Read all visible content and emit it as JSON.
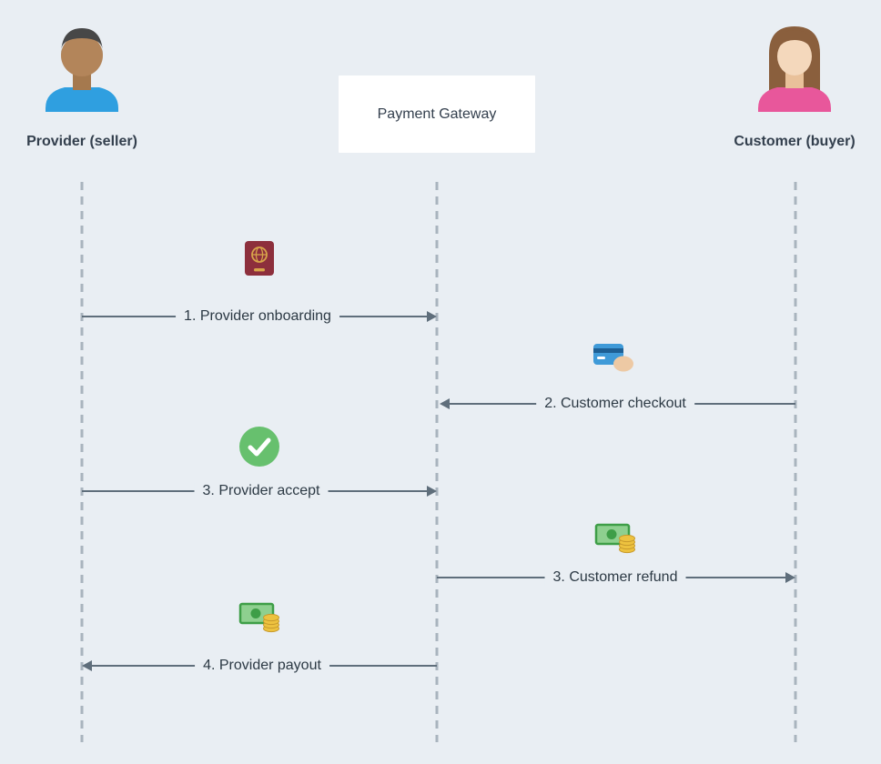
{
  "diagram": {
    "type": "sequence-diagram",
    "actors": {
      "provider": {
        "label": "Provider (seller)",
        "icon": "male-person-icon"
      },
      "gateway": {
        "label": "Payment Gateway"
      },
      "customer": {
        "label": "Customer (buyer)",
        "icon": "female-person-icon"
      }
    },
    "messages": [
      {
        "label": "1. Provider onboarding",
        "from": "provider",
        "to": "gateway",
        "direction": "right",
        "icon": "passport-icon"
      },
      {
        "label": "2. Customer checkout",
        "from": "customer",
        "to": "gateway",
        "direction": "left",
        "icon": "credit-card-icon"
      },
      {
        "label": "3. Provider accept",
        "from": "provider",
        "to": "gateway",
        "direction": "right",
        "icon": "check-icon"
      },
      {
        "label": "3. Customer refund",
        "from": "gateway",
        "to": "customer",
        "direction": "right",
        "icon": "money-icon"
      },
      {
        "label": "4. Provider payout",
        "from": "gateway",
        "to": "provider",
        "direction": "left",
        "icon": "money-icon"
      }
    ],
    "colors": {
      "background": "#e9eef3",
      "message_line": "#5f6e7b",
      "lifeline": "#a9b4be",
      "message_text": "#2c3944",
      "actor_text": "#333f4d",
      "gateway_box": "#ffffff",
      "check_green": "#67c06e",
      "passport_red": "#8d2f3c",
      "money_green": "#8ed08f",
      "coin_gold": "#edc23f",
      "card_blue": "#3f9ad8",
      "provider_shirt": "#2f9fe0",
      "customer_shirt": "#e8579b"
    }
  }
}
